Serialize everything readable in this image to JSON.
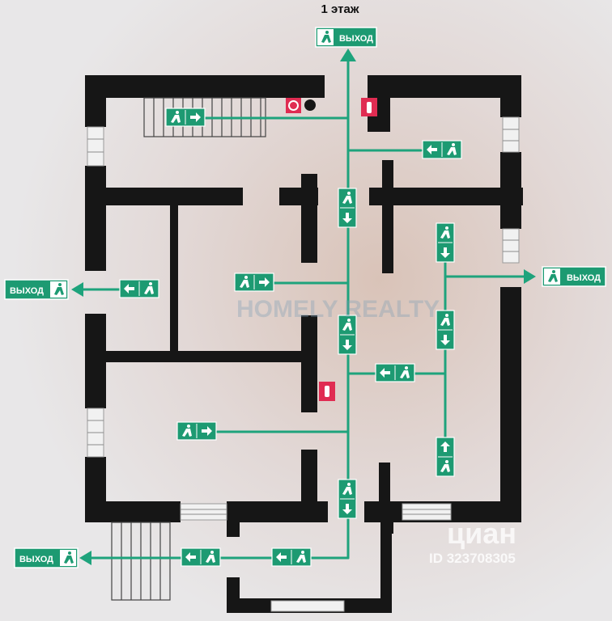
{
  "title": "1 этаж",
  "exit_label": "ВЫХОД",
  "watermark": {
    "brand": "HOMELY REALTY",
    "cian_logo": "циан",
    "listing_id": "ID 323708305"
  },
  "colors": {
    "wall": "#161616",
    "route": "#1ea37c",
    "sign": "#1d9a72",
    "sign_text": "#ffffff",
    "fire": "#e02c52",
    "background": "#e6e4e5"
  },
  "icons": {
    "exit_sign": "running-man-icon",
    "fire_extinguisher": "fire-extinguisher-icon",
    "fire_alarm": "fire-alarm-icon"
  }
}
